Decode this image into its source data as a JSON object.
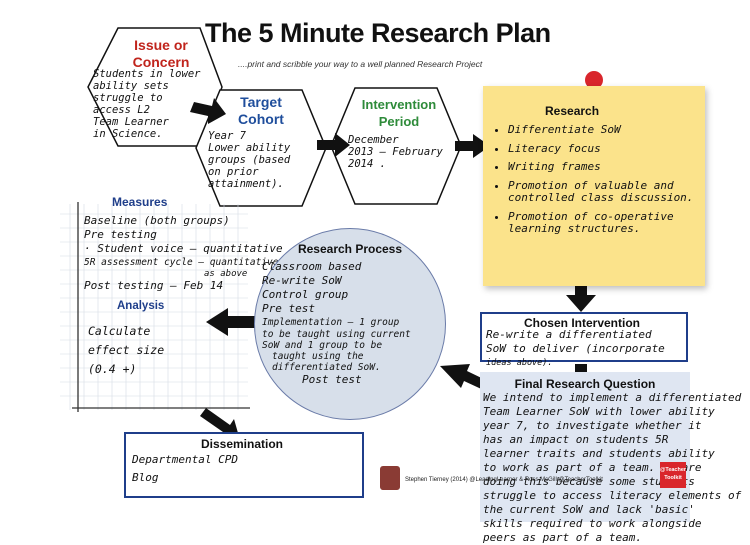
{
  "header": {
    "title": "The 5 Minute Research Plan",
    "subtitle": "....print and scribble your way to a well planned Research Project"
  },
  "issue": {
    "label_line1": "Issue or",
    "label_line2": "Concern",
    "notes": [
      "Students in lower",
      "ability sets",
      "struggle to",
      "access L2",
      "Team Learner",
      "in Science."
    ]
  },
  "target_cohort": {
    "label_line1": "Target",
    "label_line2": "Cohort",
    "notes": [
      "Year 7",
      "Lower ability",
      "groups (based",
      "on prior",
      "attainment)."
    ]
  },
  "intervention_period": {
    "label_line1": "Intervention",
    "label_line2": "Period",
    "notes": [
      "December",
      "2013 – February",
      "2014 ."
    ]
  },
  "research": {
    "title": "Research",
    "items": [
      "Differentiate SoW",
      "Literacy focus",
      "Writing frames",
      "Promotion of valuable and controlled class discussion.",
      "Promotion of co-operative learning structures."
    ]
  },
  "measures": {
    "title": "Measures",
    "lines": [
      "Baseline (both groups)",
      "Pre testing",
      "· Student voice – quantitative",
      "5R assessment cycle – quantitative",
      "as above",
      "Post testing – Feb 14"
    ]
  },
  "analysis": {
    "title": "Analysis",
    "lines": [
      "Calculate",
      "effect size",
      "(0.4 +)"
    ]
  },
  "research_process": {
    "title": "Research Process",
    "lines": [
      "Classroom based",
      "Re-write SoW",
      "Control group",
      "Pre test",
      "Implementation – 1 group",
      "to be taught using current",
      "SoW and 1 group to be",
      "taught using the",
      "differentiated SoW.",
      "Post test"
    ]
  },
  "chosen_intervention": {
    "title": "Chosen Intervention",
    "lines": [
      "Re-write a differentiated",
      "SoW to deliver (incorporate",
      "ideas above)."
    ]
  },
  "final_research_question": {
    "title": "Final Research Question",
    "lines": [
      "We intend to implement a differentiated",
      "Team Learner SoW with lower ability",
      "year 7, to investigate whether it",
      "has an impact on students 5R",
      "learner traits and students ability",
      "to work as part of a team. We are",
      "doing this because some students",
      "struggle to access literacy elements of",
      "the current SoW and lack 'basic'",
      "skills required to work alongside",
      "peers as part of a team."
    ]
  },
  "dissemination": {
    "title": "Dissemination",
    "lines": [
      "Departmental CPD",
      "Blog"
    ]
  },
  "footer": {
    "credit": "Stephen Tierney (2014) @LeadingLearner & Ross McGill @TeacherToolkit",
    "badge_line1": "@Teacher",
    "badge_line2": "Toolkit"
  },
  "colors": {
    "issue_label": "#c0241c",
    "cohort_label": "#1f4e9c",
    "period_label": "#2e8b3a",
    "box_border": "#1f3e8a",
    "sticky": "#fbe38b",
    "pin": "#d9262c"
  }
}
